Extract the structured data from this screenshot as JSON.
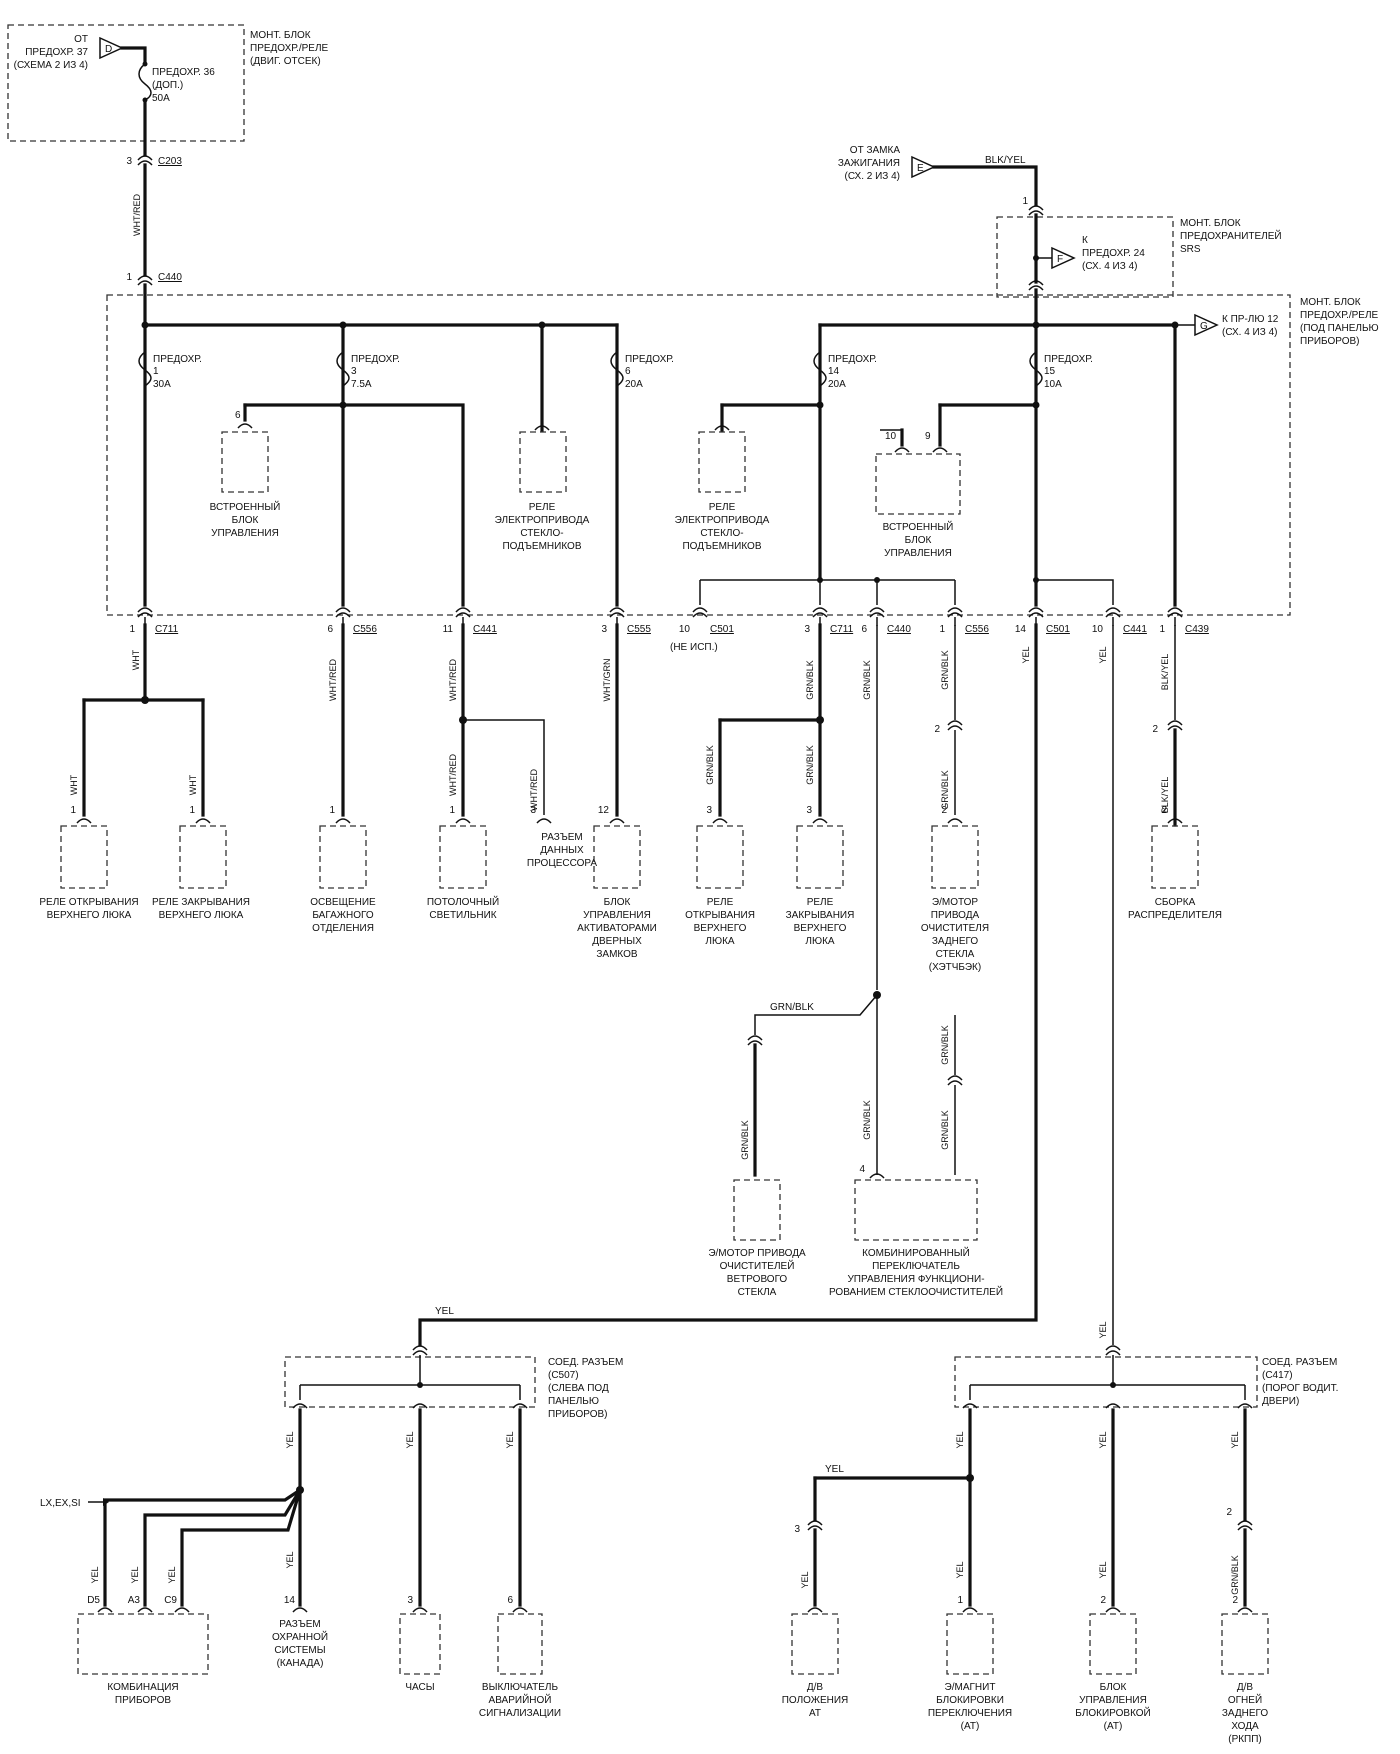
{
  "title_blocks": {
    "engine_box_label": [
      "МОНТ. БЛОК",
      "ПРЕДОХР./РЕЛЕ",
      "(ДВИГ. ОТСЕК)"
    ],
    "from_fuse37": [
      "ОТ",
      "ПРЕДОХР. 37",
      "(СХЕМА 2 ИЗ 4)"
    ],
    "fuse36": [
      "ПРЕДОХР. 36",
      "(ДОП.)",
      "50A"
    ],
    "from_ignition": [
      "ОТ ЗАМКА",
      "ЗАЖИГАНИЯ",
      "(СХ. 2 ИЗ 4)"
    ],
    "srs_box_label": [
      "МОНТ. БЛОК",
      "ПРЕДОХРАНИТЕЛЕЙ",
      "SRS"
    ],
    "to_fuse24": [
      "К",
      "ПРЕДОХР. 24",
      "(СХ. 4 ИЗ 4)"
    ],
    "dash_box_label": [
      "МОНТ. БЛОК",
      "ПРЕДОХР./РЕЛЕ",
      "(ПОД ПАНЕЛЬЮ",
      "ПРИБОРОВ)"
    ],
    "to_pr12": [
      "К ПР-ЛЮ 12",
      "(СХ. 4 ИЗ 4)"
    ]
  },
  "connector_tags": {
    "D": "D",
    "E": "E",
    "F": "F",
    "G": "G"
  },
  "fuses": [
    {
      "label": [
        "ПРЕДОХР.",
        "1",
        "30A"
      ]
    },
    {
      "label": [
        "ПРЕДОХР.",
        "3",
        "7.5A"
      ]
    },
    {
      "label": [
        "ПРЕДОХР.",
        "6",
        "20A"
      ]
    },
    {
      "label": [
        "ПРЕДОХР.",
        "14",
        "20A"
      ]
    },
    {
      "label": [
        "ПРЕДОХР.",
        "15",
        "10A"
      ]
    }
  ],
  "inner_components": {
    "ecu_left": [
      "ВСТРОЕННЫЙ",
      "БЛОК",
      "УПРАВЛЕНИЯ"
    ],
    "relay_left": [
      "РЕЛЕ",
      "ЭЛЕКТРОПРИВОДА",
      "СТЕКЛО-",
      "ПОДЪЕМНИКОВ"
    ],
    "relay_right": [
      "РЕЛЕ",
      "ЭЛЕКТРОПРИВОДА",
      "СТЕКЛО-",
      "ПОДЪЕМНИКОВ"
    ],
    "ecu_right": [
      "ВСТРОЕННЫЙ",
      "БЛОК",
      "УПРАВЛЕНИЯ"
    ]
  },
  "pins": {
    "c203": "3",
    "c203_name": "C203",
    "c440_top": "1",
    "c440_top_name": "C440",
    "srs1": "1",
    "p6": "6",
    "p10": "10",
    "p9": "9",
    "row": [
      {
        "pin": "1",
        "name": "C711"
      },
      {
        "pin": "6",
        "name": "C556"
      },
      {
        "pin": "11",
        "name": "C441"
      },
      {
        "pin": "3",
        "name": "C555"
      },
      {
        "pin": "10",
        "name": "C501"
      },
      {
        "pin": "3",
        "name": "C711"
      },
      {
        "pin": "6",
        "name": "C440"
      },
      {
        "pin": "1",
        "name": "C556"
      },
      {
        "pin": "14",
        "name": "C501"
      },
      {
        "pin": "10",
        "name": "C441"
      },
      {
        "pin": "1",
        "name": "C439"
      }
    ],
    "not_used": "(НЕ ИСП.)"
  },
  "wire_colors": {
    "wht_red": "WHT/RED",
    "wht": "WHT",
    "wht_grn": "WHT/GRN",
    "grn_blk": "GRN/BLK",
    "yel": "YEL",
    "blk_yel": "BLK/YEL"
  },
  "loads_mid": [
    {
      "pin": "1",
      "label": [
        "РЕЛЕ ОТКРЫВАНИЯ",
        "ВЕРХНЕГО ЛЮКА"
      ]
    },
    {
      "pin": "1",
      "label": [
        "РЕЛЕ ЗАКРЫВАНИЯ",
        "ВЕРХНЕГО ЛЮКА"
      ]
    },
    {
      "pin": "1",
      "label": [
        "ОСВЕЩЕНИЕ",
        "БАГАЖНОГО",
        "ОТДЕЛЕНИЯ"
      ]
    },
    {
      "pin": "1",
      "label": [
        "ПОТОЛОЧНЫЙ",
        "СВЕТИЛЬНИК"
      ]
    },
    {
      "pin": "3",
      "label": [
        "РАЗЪЕМ",
        "ДАННЫХ",
        "ПРОЦЕССОРА"
      ]
    },
    {
      "pin": "12",
      "label": [
        "БЛОК",
        "УПРАВЛЕНИЯ",
        "АКТИВАТОРАМИ",
        "ДВЕРНЫХ",
        "ЗАМКОВ"
      ]
    },
    {
      "pin": "3",
      "label": [
        "РЕЛЕ",
        "ОТКРЫВАНИЯ",
        "ВЕРХНЕГО",
        "ЛЮКА"
      ]
    },
    {
      "pin": "3",
      "label": [
        "РЕЛЕ",
        "ЗАКРЫВАНИЯ",
        "ВЕРХНЕГО",
        "ЛЮКА"
      ]
    },
    {
      "pin": "2",
      "label": [
        "Э/МОТОР",
        "ПРИВОДА",
        "ОЧИСТИТЕЛЯ",
        "ЗАДНЕГО",
        "СТЕКЛА",
        "(ХЭТЧБЭК)"
      ]
    },
    {
      "pin": "2",
      "label": [
        "СБОРКА",
        "РАСПРЕДЕЛИТЕЛЯ"
      ]
    }
  ],
  "wiper": {
    "motor": [
      "Э/МОТОР  ПРИВОДА",
      "ОЧИСТИТЕЛЕЙ",
      "ВЕТРОВОГО",
      "СТЕКЛА"
    ],
    "switch": [
      "КОМБИНИРОВАННЫЙ",
      "ПЕРЕКЛЮЧАТЕЛЬ",
      "УПРАВЛЕНИЯ ФУНКЦИОНИ-",
      "РОВАНИЕМ СТЕКЛООЧИСТИТЕЛЕЙ"
    ],
    "switch_pin": "4"
  },
  "joint_left": {
    "label": [
      "СОЕД. РАЗЪЕМ",
      "(C507)",
      "(СЛЕВА ПОД",
      "ПАНЕЛЬЮ",
      "ПРИБОРОВ)"
    ]
  },
  "joint_right": {
    "label": [
      "СОЕД. РАЗЪЕМ",
      "(C417)",
      "(ПОРОГ ВОДИТ.",
      "ДВЕРИ)"
    ]
  },
  "bottom_left": {
    "trim_note": "LX,EX,SI",
    "cluster_pins": [
      "D5",
      "A3",
      "C9"
    ],
    "cluster": [
      "КОМБИНАЦИЯ",
      "ПРИБОРОВ"
    ],
    "security": {
      "pin": "14",
      "label": [
        "РАЗЪЕМ",
        "ОХРАННОЙ",
        "СИСТЕМЫ",
        "(КАНАДА)"
      ]
    },
    "clock": {
      "pin": "3",
      "label": [
        "ЧАСЫ"
      ]
    },
    "hazard": {
      "pin": "6",
      "label": [
        "ВЫКЛЮЧАТЕЛЬ",
        "АВАРИЙНОЙ",
        "СИГНАЛИЗАЦИИ"
      ]
    }
  },
  "bottom_right": {
    "at_sensor": {
      "pin": "3",
      "label": [
        "Д/В",
        "ПОЛОЖЕНИЯ",
        "АТ"
      ]
    },
    "shift_solenoid": {
      "pin": "1",
      "label": [
        "Э/МАГНИТ",
        "БЛОКИРОВКИ",
        "ПЕРЕКЛЮЧЕНИЯ",
        "(AT)"
      ]
    },
    "lock_unit": {
      "pin": "2",
      "label": [
        "БЛОК",
        "УПРАВЛЕНИЯ",
        "БЛОКИРОВКОЙ",
        "(AT)"
      ]
    },
    "reverse_sw": {
      "pin": "2",
      "label": [
        "Д/В",
        "ОГНЕЙ",
        "ЗАДНЕГО",
        "ХОДА",
        "(РКПП)"
      ]
    },
    "reverse_inline_pin": "2"
  }
}
